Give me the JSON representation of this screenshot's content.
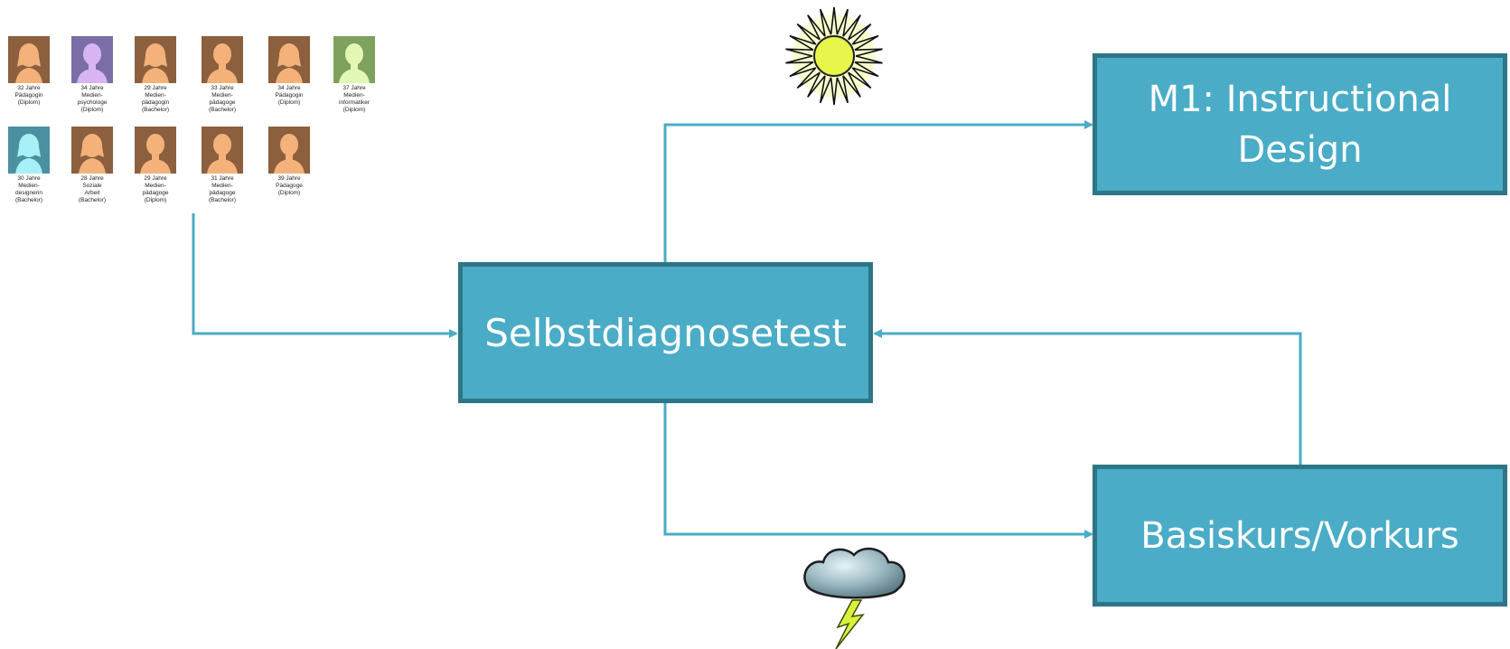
{
  "colors": {
    "box_fill": "#4aacc6",
    "box_border": "#2e7587",
    "box_text": "#ffffff",
    "arrow": "#4aacc6"
  },
  "persons": [
    {
      "label": "32 Jahre\nPädagogin\n(Diplom)",
      "bg": "#8c5f3e",
      "fg": "#f4b27a",
      "icon": "female-avatar-icon"
    },
    {
      "label": "34 Jahre\nMedien-\npsychologe\n(Diplom)",
      "bg": "#7b6ea7",
      "fg": "#d8b4f2",
      "icon": "male-avatar-icon"
    },
    {
      "label": "29 Jahre\nMedien-\npädagogin\n(Bachelor)",
      "bg": "#8c5f3e",
      "fg": "#f4b27a",
      "icon": "female-avatar-icon"
    },
    {
      "label": "33 Jahre\nMedien-\npädagoge\n(Bachelor)",
      "bg": "#8c5f3e",
      "fg": "#f4b27a",
      "icon": "male-avatar-icon"
    },
    {
      "label": "34 Jahre\nPädagogin\n(Diplom)",
      "bg": "#8c5f3e",
      "fg": "#f4b27a",
      "icon": "female-avatar-icon"
    },
    {
      "label": "37 Jahre\nMedien-\ninformatiker\n(Diplom)",
      "bg": "#7fa15e",
      "fg": "#e3f7b4",
      "icon": "male-avatar-icon"
    },
    {
      "label": "30 Jahre\nMedien-\ndesignerin\n(Bachelor)",
      "bg": "#4c8fa0",
      "fg": "#a7f0f7",
      "icon": "female-avatar-icon"
    },
    {
      "label": "28 Jahre\nSoziale\nArbeit\n(Bachelor)",
      "bg": "#8c5f3e",
      "fg": "#f4b27a",
      "icon": "female-avatar-icon"
    },
    {
      "label": "29 Jahre\nMedien-\npädagoge\n(Diplom)",
      "bg": "#8c5f3e",
      "fg": "#f4b27a",
      "icon": "male-avatar-icon"
    },
    {
      "label": "31 Jahre\nMedien-\npädagoge\n(Bachelor)",
      "bg": "#8c5f3e",
      "fg": "#f4b27a",
      "icon": "male-avatar-icon"
    },
    {
      "label": "39 Jahre\nPädagoge\n(Diplom)",
      "bg": "#8c5f3e",
      "fg": "#f4b27a",
      "icon": "male-avatar-icon"
    }
  ],
  "boxes": {
    "center": "Selbstdiagnosetest",
    "top_right": "M1: Instructional\nDesign",
    "bottom_right": "Basiskurs/Vorkurs"
  },
  "icons": {
    "success": "sun-icon",
    "failure": "thundercloud-icon"
  }
}
